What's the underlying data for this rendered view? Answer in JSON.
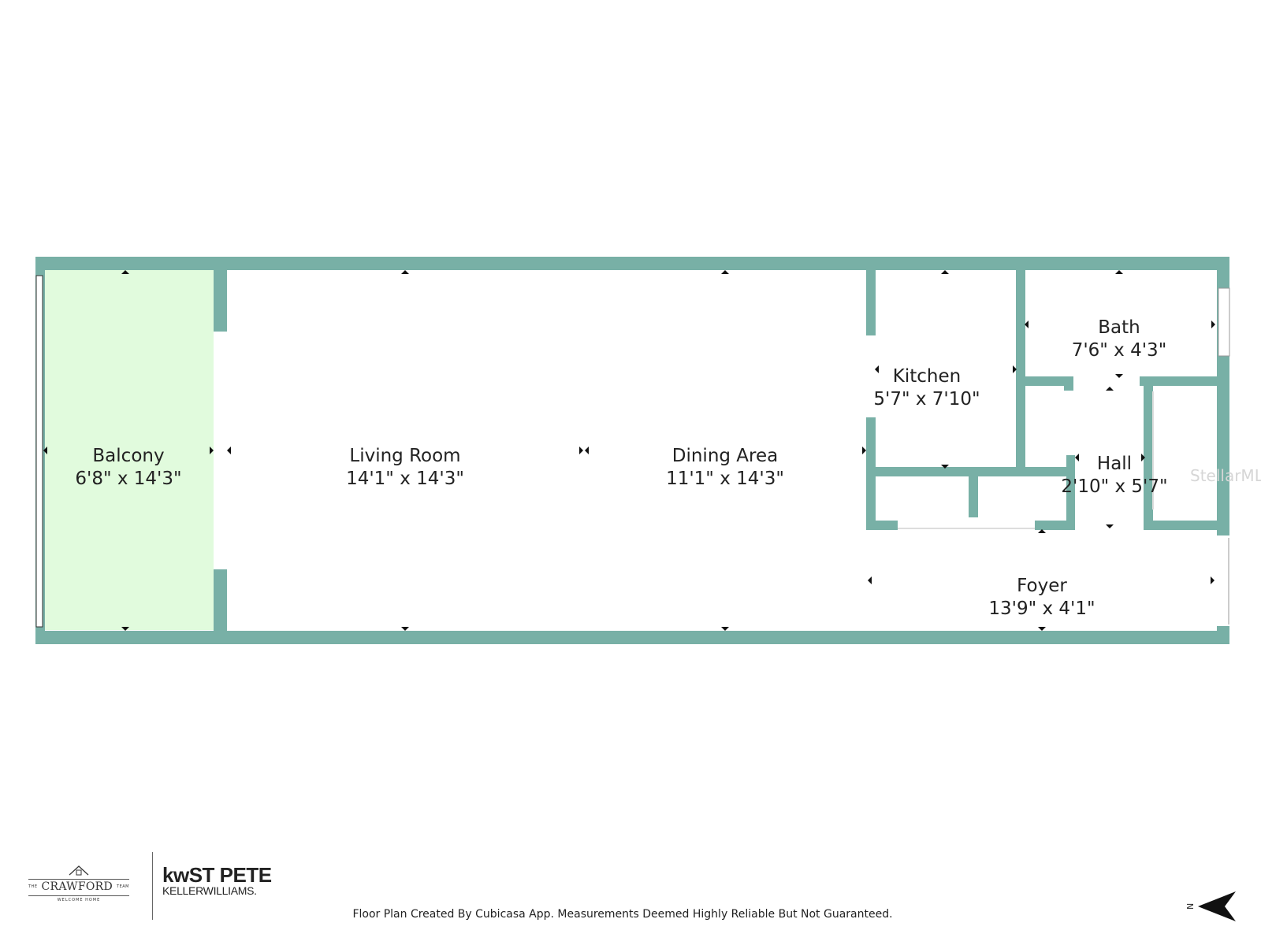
{
  "rooms": {
    "balcony": {
      "name": "Balcony",
      "size": "6'8\" x 14'3\"",
      "fill": "#e1fbdd"
    },
    "living": {
      "name": "Living Room",
      "size": "14'1\" x 14'3\""
    },
    "dining": {
      "name": "Dining Area",
      "size": "11'1\" x 14'3\""
    },
    "kitchen": {
      "name": "Kitchen",
      "size": "5'7\" x 7'10\""
    },
    "bath": {
      "name": "Bath",
      "size": "7'6\" x 4'3\""
    },
    "hall": {
      "name": "Hall",
      "size": "2'10\" x 5'7\""
    },
    "foyer": {
      "name": "Foyer",
      "size": "13'9\" x 4'1\""
    }
  },
  "colors": {
    "wall": "#78b0a6",
    "balcony_fill": "#e1fbdd"
  },
  "watermark": "StellarMLS",
  "logos": {
    "crawford": {
      "prefix": "THE",
      "name": "CRAWFORD",
      "suffix": "TEAM",
      "tagline": "WELCOME HOME"
    },
    "kw": {
      "line1_kw": "kw",
      "line1_rest": "ST PETE",
      "line2_a": "KELLER",
      "line2_b": "WILLIAMS."
    }
  },
  "footer": {
    "disclaimer": "Floor Plan Created By Cubicasa App. Measurements Deemed Highly Reliable But Not Guaranteed."
  },
  "compass": {
    "label": "N"
  }
}
